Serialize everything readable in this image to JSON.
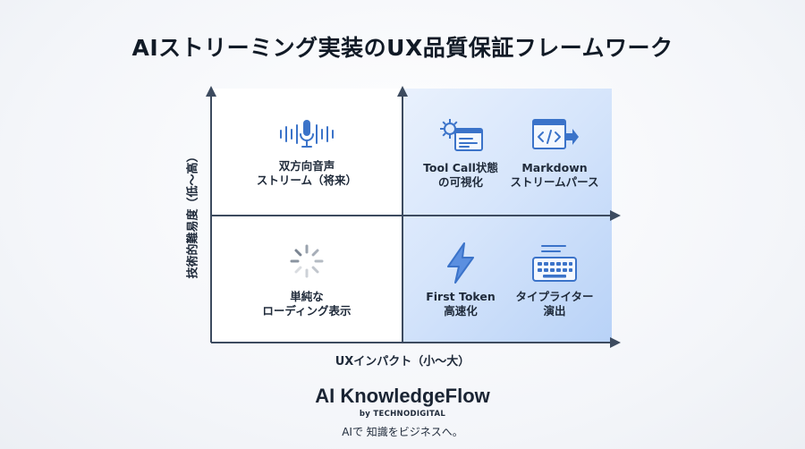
{
  "title": "AIストリーミング実装のUX品質保証フレームワーク",
  "axes": {
    "y_label": "技術的難易度（低〜高）",
    "x_label": "UXインパクト（小〜大）"
  },
  "quadrants": {
    "top_left": {
      "label": "双方向音声\nストリーム（将来）",
      "icon": "microphone-waveform-icon"
    },
    "bottom_left": {
      "label": "単純な\nローディング表示",
      "icon": "loading-spinner-icon"
    },
    "top_right": [
      {
        "label": "Tool Call状態\nの可視化",
        "icon": "gear-window-icon"
      },
      {
        "label": "Markdown\nストリームパース",
        "icon": "code-window-icon"
      }
    ],
    "bottom_right": [
      {
        "label": "First Token\n高速化",
        "icon": "lightning-bolt-icon"
      },
      {
        "label": "タイプライター\n演出",
        "icon": "keyboard-icon"
      }
    ]
  },
  "footer": {
    "brand": "AI KnowledgeFlow",
    "byline": "by TECHNODIGITAL",
    "tagline": "AIで 知識をビジネスへ。"
  },
  "colors": {
    "icon_blue": "#3b73c9",
    "axis": "#3d4b5f",
    "highlight_start": "#e9f1fd",
    "highlight_end": "#b8d2f7"
  }
}
